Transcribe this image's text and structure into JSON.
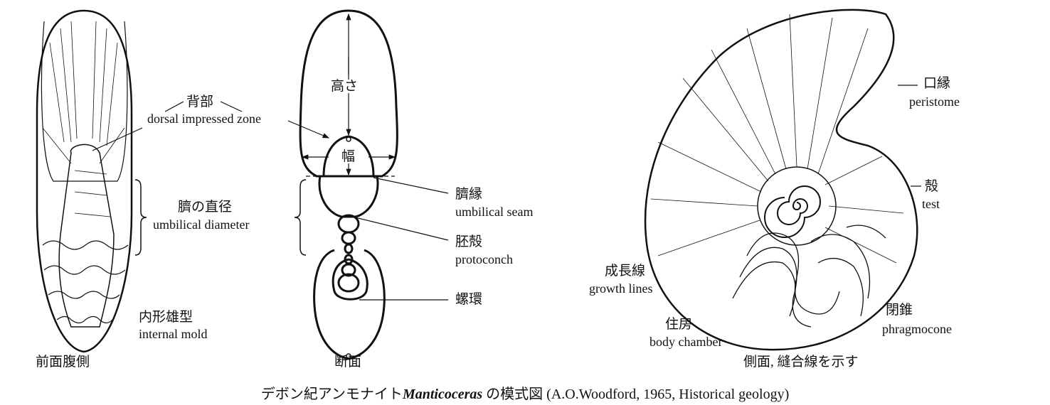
{
  "views": {
    "front": {
      "title": "前面腹側",
      "dorsal_jp": "背部",
      "dorsal_en": "dorsal impressed zone",
      "umbilical_diameter_jp": "臍の直径",
      "umbilical_diameter_en": "umbilical diameter",
      "internal_mold_jp": "内形雄型",
      "internal_mold_en": "internal mold"
    },
    "section": {
      "title": "断面",
      "height_jp": "高さ",
      "width_jp": "幅",
      "umbilical_seam_jp": "臍縁",
      "umbilical_seam_en": "umbilical seam",
      "protoconch_jp": "胚殻",
      "protoconch_en": "protoconch",
      "whorl_jp": "螺環"
    },
    "side": {
      "title": "側面, 縫合線を示す",
      "peristome_jp": "口縁",
      "peristome_en": "peristome",
      "test_jp": "殻",
      "test_en": "test",
      "growth_jp": "成長線",
      "growth_en": "growth lines",
      "body_jp": "住房",
      "body_en": "body chamber",
      "phragmocone_jp": "閉錐",
      "phragmocone_en": "phragmocone"
    }
  },
  "caption": {
    "prefix": "デボン紀アンモナイト",
    "genus": "Manticoceras",
    "suffix": " の模式図 (A.O.Woodford, 1965, Historical geology)"
  }
}
